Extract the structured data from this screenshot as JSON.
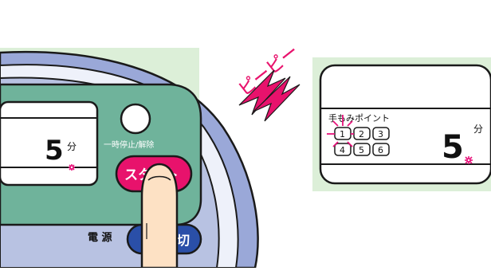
{
  "sound": {
    "text": "ピーピー"
  },
  "left_panel": {
    "display_digit": "5",
    "unit": "分",
    "pause_label": "一時停止/解除",
    "start_label": "スタート",
    "power_label": "電 源",
    "power_button_label": "切"
  },
  "inset_panel": {
    "header": "手もみポイント",
    "points": [
      "1",
      "2",
      "3",
      "4",
      "5",
      "6"
    ],
    "display_digit": "5",
    "unit": "分"
  },
  "colors": {
    "background_panel": "#dcefd8",
    "device_frame": "#b8c2e2",
    "device_frame_outer": "#9aa8d8",
    "control_panel": "#6fb39b",
    "start_button": "#e8126c",
    "sound_wave": "#e8126c",
    "sparkle": "#e8127a"
  }
}
